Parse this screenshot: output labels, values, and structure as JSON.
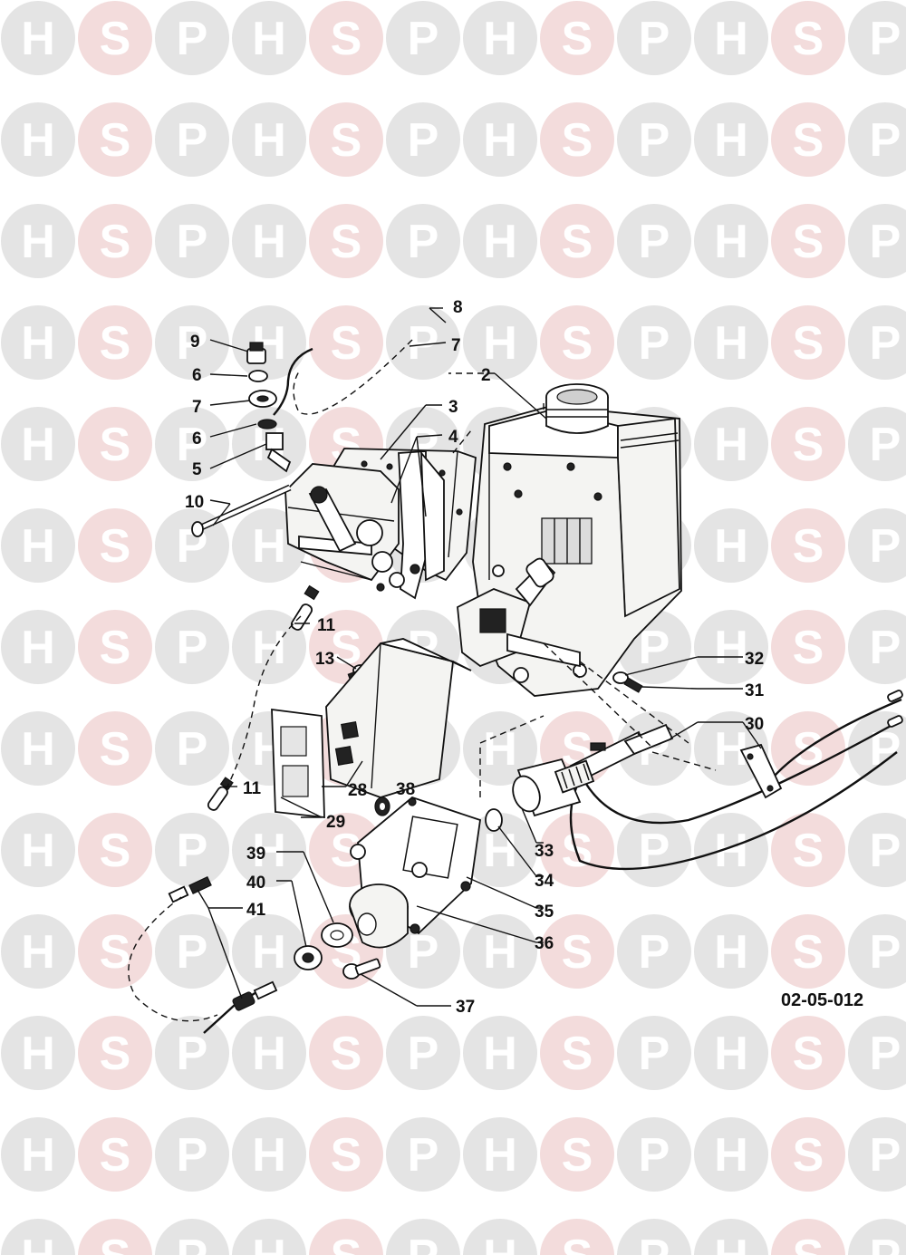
{
  "watermark": {
    "letters": [
      "H",
      "S",
      "P"
    ],
    "colors": {
      "circle": "#e4e4e4",
      "circle_accent": "#f3dcdc",
      "letter": "#ffffff"
    }
  },
  "diagram": {
    "reference_code": "02-05-012",
    "callouts": {
      "c2": "2",
      "c3": "3",
      "c4": "4",
      "c5": "5",
      "c6a": "6",
      "c6b": "6",
      "c7a": "7",
      "c7b": "7",
      "c8": "8",
      "c9": "9",
      "c10": "10",
      "c11a": "11",
      "c11b": "11",
      "c13": "13",
      "c28": "28",
      "c29": "29",
      "c30": "30",
      "c31": "31",
      "c32": "32",
      "c33": "33",
      "c34": "34",
      "c35": "35",
      "c36": "36",
      "c37": "37",
      "c38": "38",
      "c39": "39",
      "c40": "40",
      "c41": "41"
    }
  }
}
